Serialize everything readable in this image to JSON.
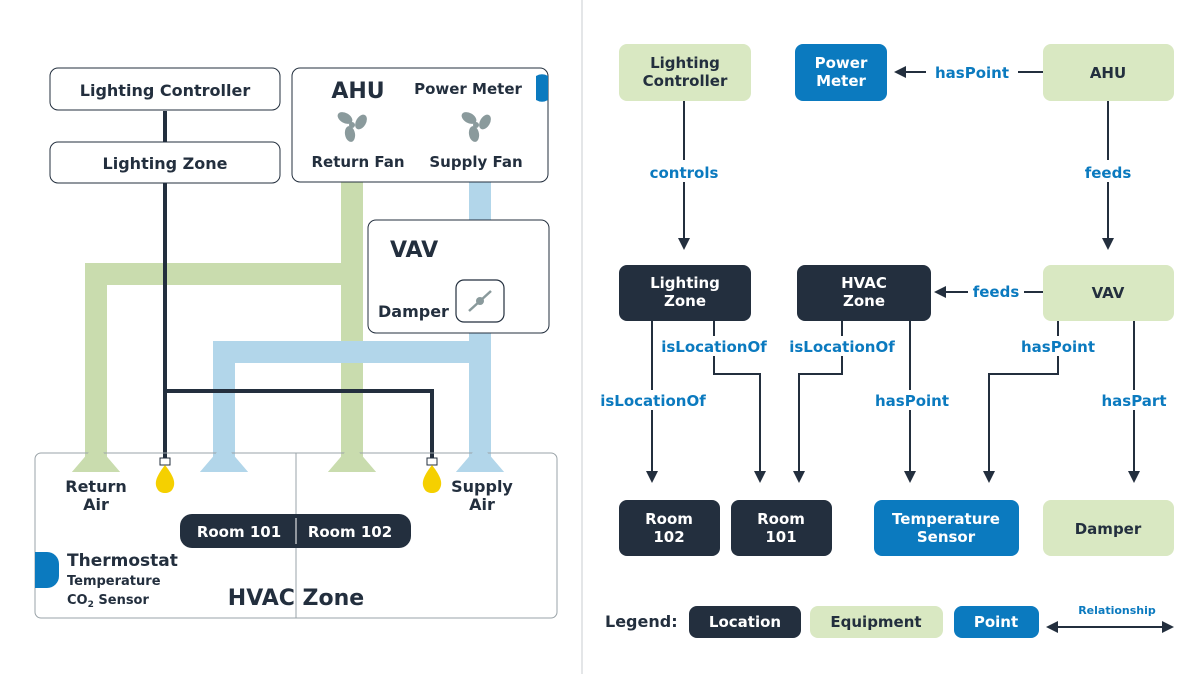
{
  "left": {
    "lighting_controller": "Lighting Controller",
    "lighting_zone": "Lighting Zone",
    "ahu": "AHU",
    "power_meter": "Power Meter",
    "return_fan": "Return Fan",
    "supply_fan": "Supply Fan",
    "vav": "VAV",
    "damper": "Damper",
    "return_air": [
      "Return",
      "Air"
    ],
    "supply_air": [
      "Supply",
      "Air"
    ],
    "room_101": "Room 101",
    "room_102": "Room 102",
    "thermostat": "Thermostat",
    "temperature": "Temperature",
    "co2_sensor": "CO",
    "co2_sub": "2",
    "co2_suffix": " Sensor",
    "hvac_zone": "HVAC Zone"
  },
  "right": {
    "lighting_controller": [
      "Lighting",
      "Controller"
    ],
    "power_meter": [
      "Power",
      "Meter"
    ],
    "ahu": "AHU",
    "lighting_zone": [
      "Lighting",
      "Zone"
    ],
    "hvac_zone": [
      "HVAC",
      "Zone"
    ],
    "vav": "VAV",
    "room_102": [
      "Room",
      "102"
    ],
    "room_101": [
      "Room",
      "101"
    ],
    "temperature_sensor": [
      "Temperature",
      "Sensor"
    ],
    "damper": "Damper",
    "rel_has_point_top": "hasPoint",
    "rel_controls": "controls",
    "rel_feeds_ahu": "feeds",
    "rel_feeds_vav": "feeds",
    "rel_is_location_of_a": "isLocationOf",
    "rel_is_location_of_b": "isLocationOf",
    "rel_is_location_of_c": "isLocationOf",
    "rel_has_point_hvac": "hasPoint",
    "rel_has_point_vav": "hasPoint",
    "rel_has_part": "hasPart"
  },
  "legend": {
    "title": "Legend:",
    "location": "Location",
    "equipment": "Equipment",
    "point": "Point",
    "relationship": "Relationship"
  },
  "colors": {
    "location": "#232f3e",
    "equipment": "#d9e8c2",
    "point": "#0b7abf",
    "relation_text": "#0b7abf",
    "return_duct": "#c9dcae",
    "supply_duct": "#b2d6ea",
    "bulb": "#f5d000"
  }
}
